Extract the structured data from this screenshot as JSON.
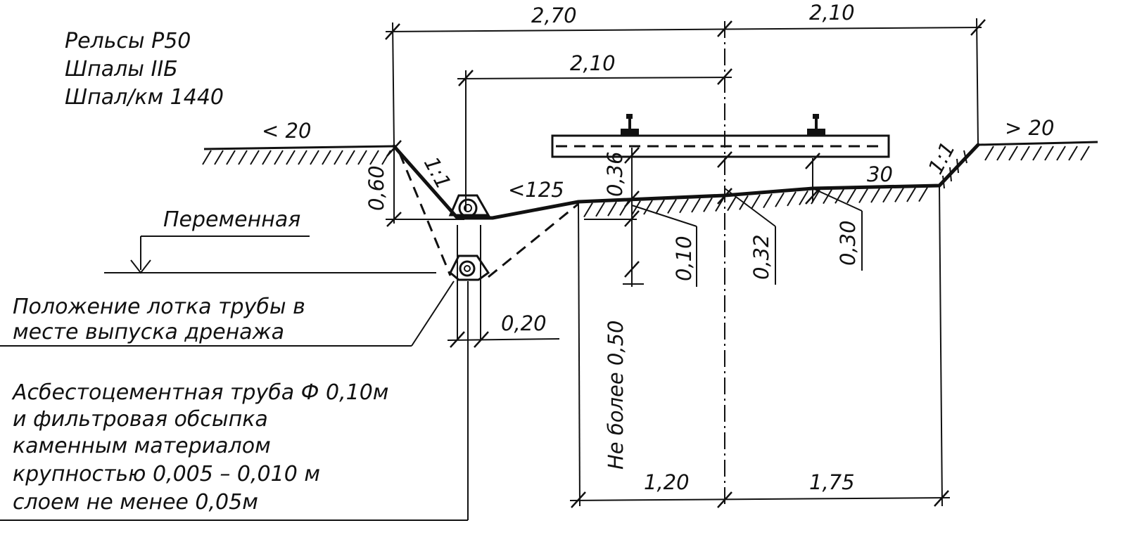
{
  "track_info": {
    "line1": "Рельсы Р50",
    "line2": "Шпалы IIБ",
    "line3": "Шпал/км 1440"
  },
  "dimensions": {
    "top_left": "2,70",
    "top_right": "2,10",
    "sleeper": "2,10",
    "depth_ditch": "0,60",
    "depth_ballast": "0,36",
    "ballast_010": "0,10",
    "ballast_032": "0,32",
    "ballast_030": "0,30",
    "tray_width": "0,20",
    "max_depth": "Не более 0,50",
    "bottom_left": "1,20",
    "bottom_right": "1,75"
  },
  "slopes": {
    "left_slope": "1:1",
    "right_slope": "1:1",
    "ground_left": "< 20",
    "ground_right": "> 20",
    "ditch_bottom": "<125",
    "crown": "30"
  },
  "labels": {
    "variable": "Переменная",
    "tray_position_1": "Положение лотка трубы в",
    "tray_position_2": "месте выпуска дренажа",
    "pipe_1": "Асбестоцементная труба Ф 0,10м",
    "pipe_2": "и фильтровая обсыпка",
    "pipe_3": "каменным материалом",
    "pipe_4": "крупностью  0,005 – 0,010 м",
    "pipe_5": "слоем  не  менее  0,05м"
  }
}
